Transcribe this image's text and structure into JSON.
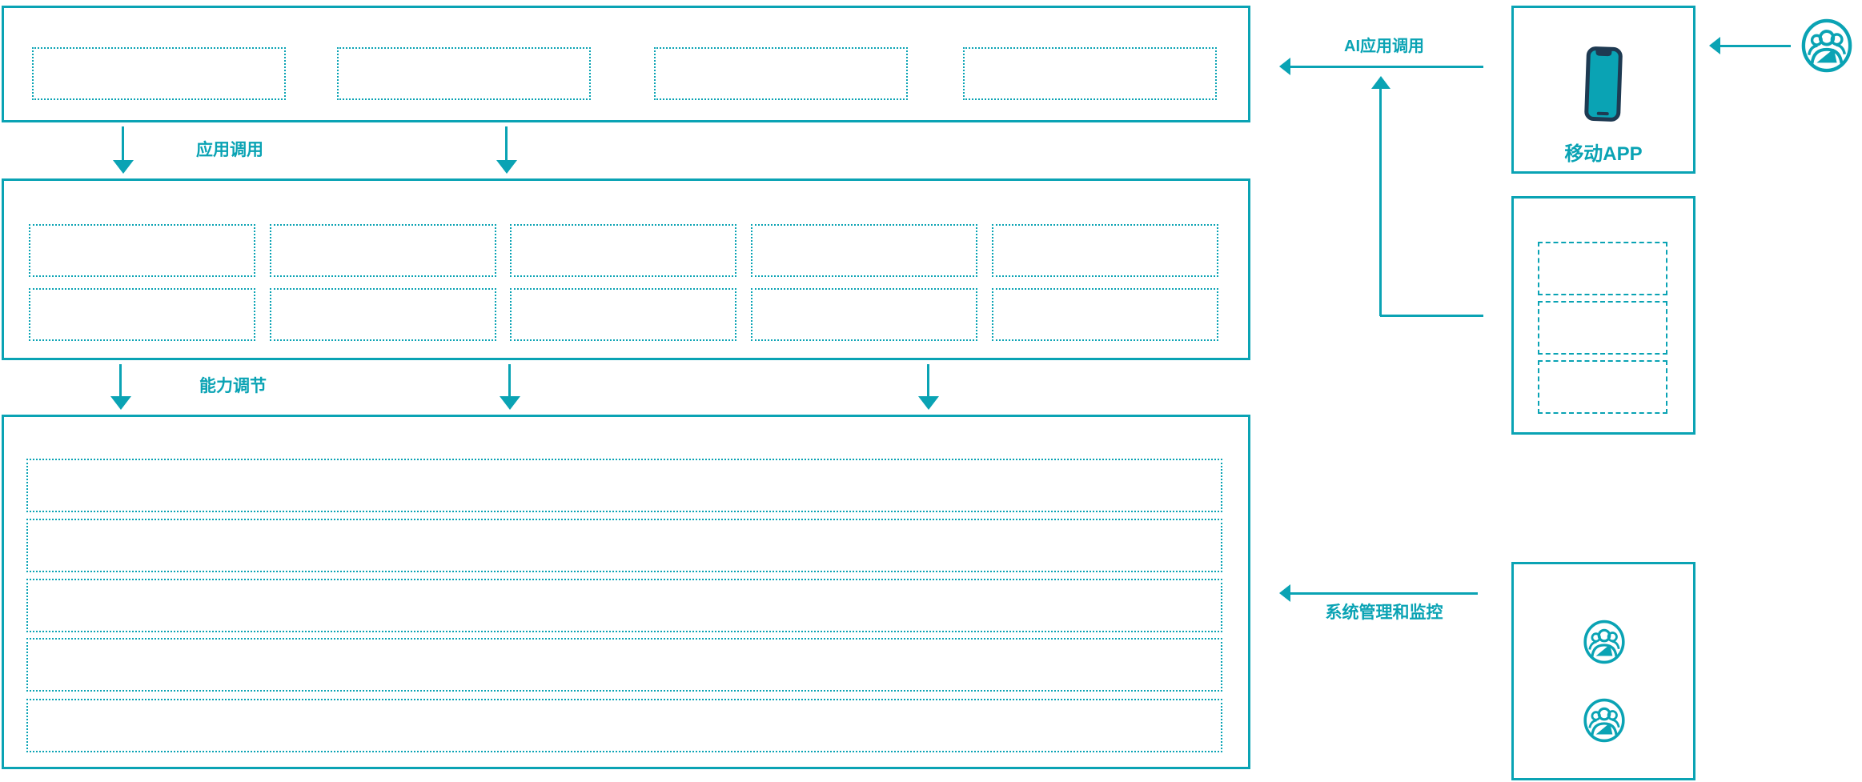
{
  "colors": {
    "accent": "#0AA3B4",
    "phone_dark": "#1E3A52",
    "background": "#FFFFFF"
  },
  "labels": {
    "app_call": "应用调用",
    "capability_adjust": "能力调节",
    "ai_app_call": "AI应用调用",
    "mobile_app": "移动APP",
    "system_monitor": "系统管理和监控"
  },
  "layout_counts": {
    "application_placeholders": 4,
    "capability_rows": 2,
    "capability_cols": 5,
    "platform_rows": 5,
    "module_placeholders": 3,
    "admin_user_icons": 2
  },
  "icons": {
    "user_group": "user-group-icon",
    "smartphone": "smartphone-icon"
  }
}
